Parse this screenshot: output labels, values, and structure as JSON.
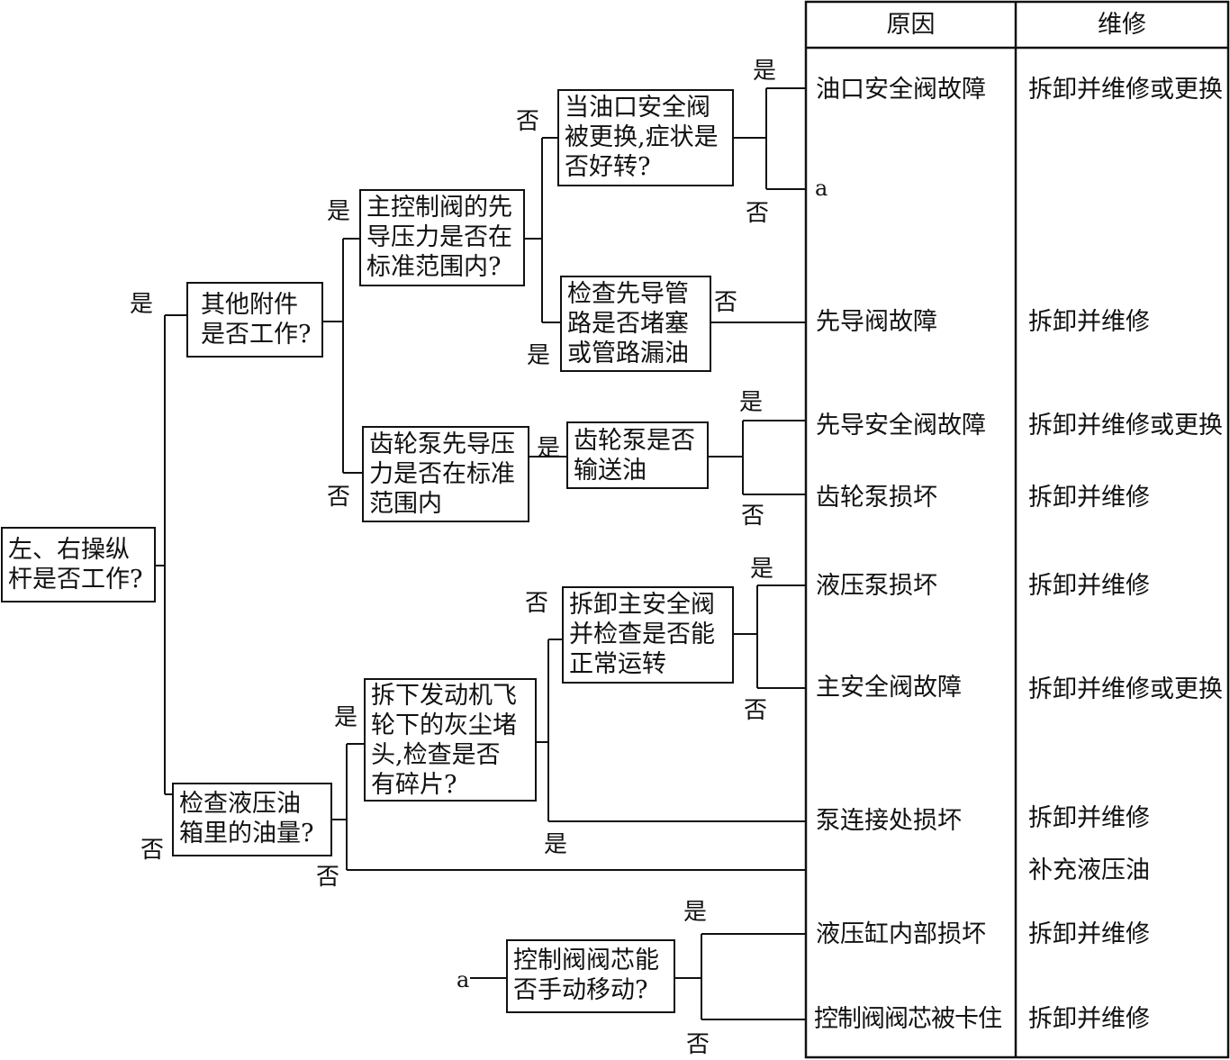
{
  "table": {
    "headers": {
      "cause": "原因",
      "repair": "维修"
    },
    "rows": [
      {
        "cause": "油口安全阀故障",
        "repair": "拆卸并维修或更换"
      },
      {
        "cause": "先导阀故障",
        "repair": "拆卸并维修"
      },
      {
        "cause": "先导安全阀故障",
        "repair": "拆卸并维修或更换"
      },
      {
        "cause": "齿轮泵损坏",
        "repair": "拆卸并维修"
      },
      {
        "cause": "液压泵损坏",
        "repair": "拆卸并维修"
      },
      {
        "cause": "主安全阀故障",
        "repair": "拆卸并维修或更换"
      },
      {
        "cause": "泵连接处损坏",
        "repair": "拆卸并维修"
      },
      {
        "cause": "",
        "repair": "补充液压油"
      },
      {
        "cause": "液压缸内部损坏",
        "repair": "拆卸并维修"
      },
      {
        "cause": "控制阀阀芯被卡住",
        "repair": "拆卸并维修"
      }
    ],
    "connector_a": "a"
  },
  "nodes": {
    "start": [
      "左、右操纵",
      "杆是否工作?"
    ],
    "other_attachments": [
      "其他附件",
      "是否工作?"
    ],
    "main_pilot_pressure": [
      "主控制阀的先",
      "导压力是否在",
      "标准范围内?"
    ],
    "port_relief_replaced": [
      "当油口安全阀",
      "被更换,症状是",
      "否好转?"
    ],
    "pilot_line_check": [
      "检查先导管",
      "路是否堵塞",
      "或管路漏油"
    ],
    "gear_pump_pressure": [
      "齿轮泵先导压",
      "力是否在标准",
      "范围内"
    ],
    "gear_pump_delivers": [
      "齿轮泵是否",
      "输送油"
    ],
    "main_relief_check": [
      "拆卸主安全阀",
      "并检查是否能",
      "正常运转"
    ],
    "flywheel_debris": [
      "拆下发动机飞",
      "轮下的灰尘堵",
      "头,检查是否",
      "有碎片?"
    ],
    "oil_level": [
      "检查液压油",
      "箱里的油量?"
    ],
    "spool_manual": [
      "控制阀阀芯能",
      "否手动移动?"
    ]
  },
  "edge_labels": {
    "start_yes": "是",
    "start_no": "否",
    "attach_yes": "是",
    "attach_no": "否",
    "pilot_no": "否",
    "pilot_yes": "是",
    "relief_yes": "是",
    "relief_no": "否",
    "line_no": "否",
    "gear_yes": "是",
    "deliver_yes": "是",
    "deliver_no": "否",
    "oil_yes": "是",
    "oil_no": "否",
    "debris_no": "否",
    "debris_yes": "是",
    "main_relief_yes": "是",
    "main_relief_no": "否",
    "spool_yes": "是",
    "spool_no": "否",
    "connector_a_start": "a"
  }
}
